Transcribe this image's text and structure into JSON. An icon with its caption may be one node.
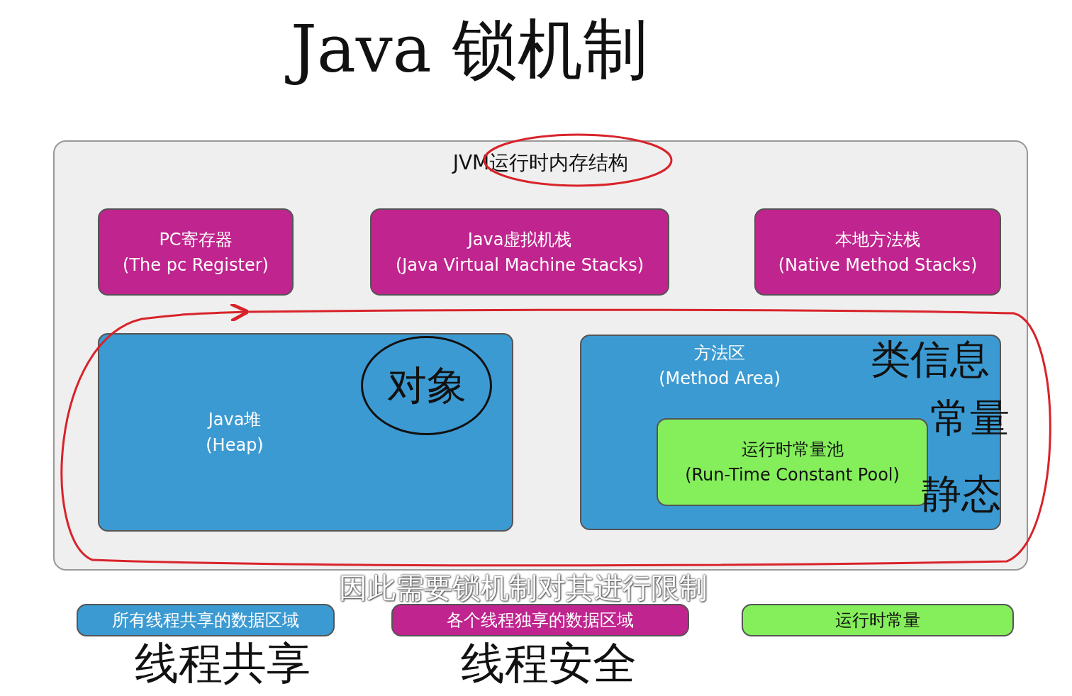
{
  "diagram": {
    "title": "Java 锁机制",
    "nodes": [
      {
        "text": [
          "JVM运行时内存结构"
        ]
      },
      {
        "text": [
          "PC寄存器",
          "(The pc Register)"
        ],
        "in": 0
      },
      {
        "text": [
          "Java虚拟机栈",
          "(Java Virtual Machine Stacks)"
        ],
        "in": 0
      },
      {
        "text": [
          "本地方法栈",
          "(Native Method Stacks)"
        ],
        "in": 0
      },
      {
        "text": [
          "Java堆",
          "(Heap)"
        ],
        "in": 0
      },
      {
        "text": [
          "方法区",
          "(Method Area)"
        ],
        "in": 0
      },
      {
        "text": [
          "运行时常量池",
          "(Run-Time Constant Pool)"
        ],
        "in": 5
      },
      {
        "text": [
          "对象"
        ],
        "in": 4
      }
    ],
    "labels": [
      "类信息",
      "常量",
      "静态",
      "因此需要锁机制对其进行限制",
      "线程共享",
      "线程安全"
    ],
    "legend": [
      {
        "text": "所有线程共享的数据区域",
        "color": "#3c9ad2"
      },
      {
        "text": "各个线程独享的数据区域",
        "color": "#c0248e"
      },
      {
        "text": "运行时常量",
        "color": "#84ef5a"
      }
    ]
  }
}
